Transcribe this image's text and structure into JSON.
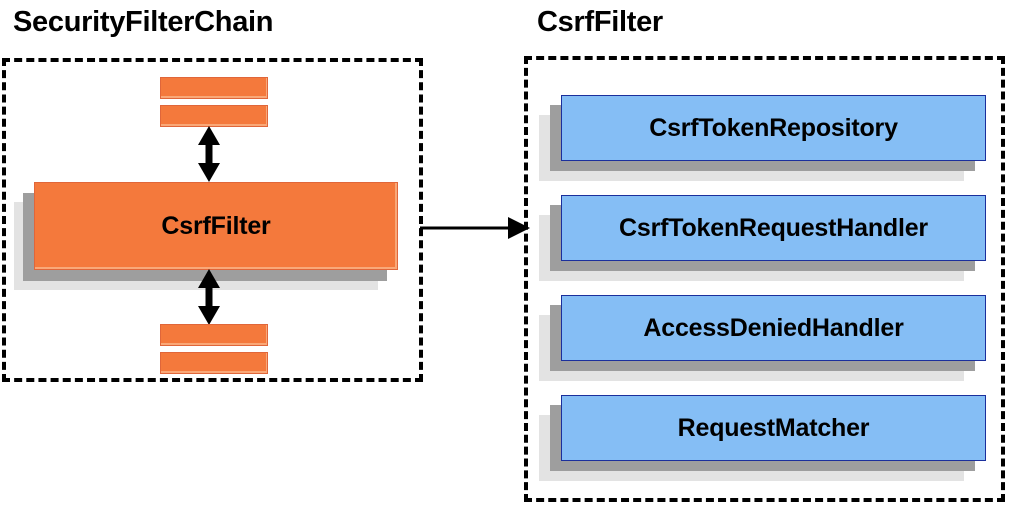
{
  "diagram": {
    "panels": [
      {
        "id": "security-filter-chain",
        "title": "SecurityFilterChain",
        "border_style": "dashed",
        "border_color": "#000000",
        "items": [
          {
            "kind": "stub-bar",
            "label": ""
          },
          {
            "kind": "stub-bar",
            "label": ""
          },
          {
            "kind": "filter-box",
            "label": "CsrfFilter",
            "fill": "#f4793c"
          },
          {
            "kind": "stub-bar",
            "label": ""
          },
          {
            "kind": "stub-bar",
            "label": ""
          }
        ]
      },
      {
        "id": "csrf-filter",
        "title": "CsrfFilter",
        "border_style": "dashed",
        "border_color": "#000000",
        "items": [
          {
            "kind": "collaborator-box",
            "label": "CsrfTokenRepository",
            "fill": "#85bef5"
          },
          {
            "kind": "collaborator-box",
            "label": "CsrfTokenRequestHandler",
            "fill": "#85bef5"
          },
          {
            "kind": "collaborator-box",
            "label": "AccessDeniedHandler",
            "fill": "#85bef5"
          },
          {
            "kind": "collaborator-box",
            "label": "RequestMatcher",
            "fill": "#85bef5"
          }
        ]
      }
    ],
    "connectors": [
      {
        "id": "chain-above-to-csrffilter",
        "type": "double-headed-vertical-arrow",
        "color": "#000000"
      },
      {
        "id": "csrffilter-to-chain-below",
        "type": "double-headed-vertical-arrow",
        "color": "#000000"
      },
      {
        "id": "csrffilter-to-detail",
        "type": "single-headed-horizontal-arrow",
        "color": "#000000"
      }
    ],
    "colors": {
      "filter_orange": "#f4793c",
      "collaborator_blue": "#85bef5",
      "collaborator_border": "#1b2f9c",
      "shadow_mid": "#9e9e9e",
      "shadow_back": "#e3e3e3",
      "text": "#000000",
      "background": "#ffffff"
    }
  }
}
